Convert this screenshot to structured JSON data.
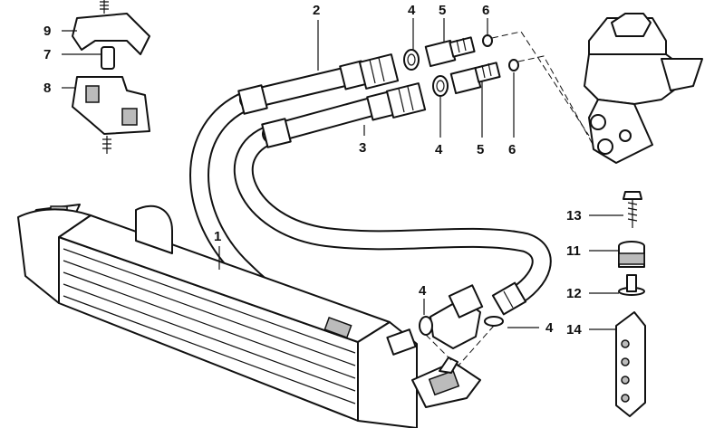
{
  "diagram": {
    "callouts": {
      "c1": "1",
      "c2": "2",
      "c3": "3",
      "c4_top": "4",
      "c4_mid": "4",
      "c4_low": "4",
      "c4_right": "4",
      "c5_top": "5",
      "c5_mid": "5",
      "c6_top": "6",
      "c6_mid": "6",
      "c7": "7",
      "c8": "8",
      "c9": "9",
      "c11": "11",
      "c12": "12",
      "c13": "13",
      "c14": "14"
    }
  }
}
